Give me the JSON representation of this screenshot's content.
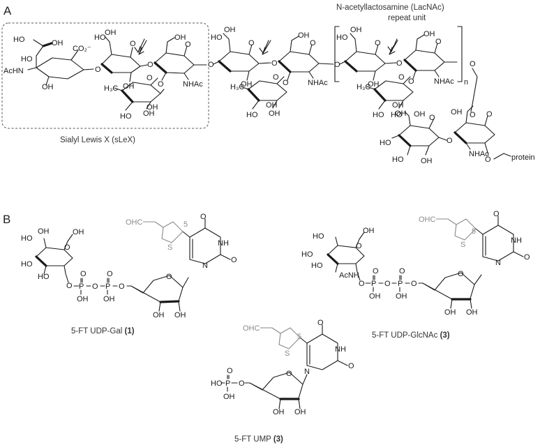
{
  "panel_a": {
    "label": "A",
    "repeat_title": "N-acetyllactosamine (LacNAc)",
    "repeat_subtitle": "repeat unit",
    "n_label": "n",
    "slex_caption": "Sialyl Lewis X (sLeX)",
    "protein_label": "protein"
  },
  "panel_b": {
    "label": "B",
    "cap1_name": "5-FT UDP-Gal",
    "cap1_num": "(1)",
    "cap2_name": "5-FT UDP-GlcNAc",
    "cap2_num": "(3)",
    "cap3_name": "5-FT UMP",
    "cap3_num": "(3)"
  },
  "atoms": {
    "HO": "HO",
    "OH": "OH",
    "O": "O",
    "NH": "NH",
    "N": "N",
    "P": "P",
    "S": "S",
    "OHC": "OHC",
    "AcHN": "AcHN",
    "NHAc": "NHAc",
    "AcNH": "AcNH",
    "H3C": "H₃C",
    "CO2": "CO₂⁻",
    "five": "5"
  },
  "colors": {
    "ink": "#1a1a1a",
    "thiophene": "#8a8a8a",
    "box": "#555555"
  }
}
